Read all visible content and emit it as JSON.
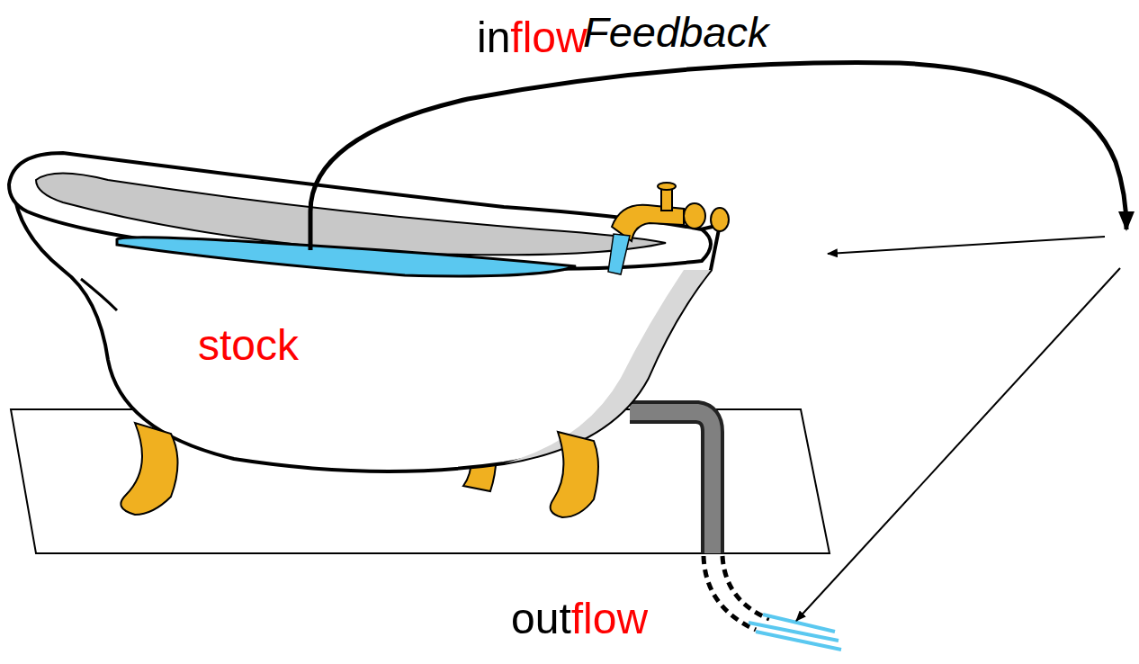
{
  "diagram": {
    "labels": [
      "Feedback",
      "inflow",
      "stock",
      "outflow"
    ]
  }
}
